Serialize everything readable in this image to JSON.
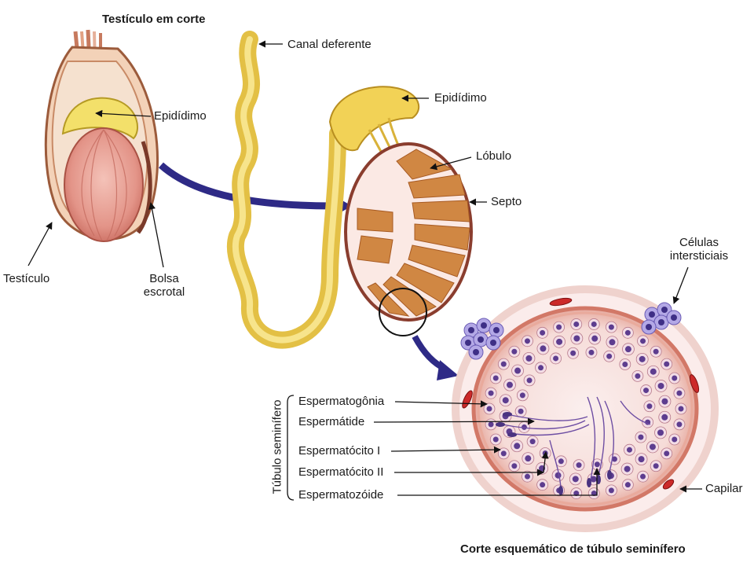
{
  "titles": {
    "testicle_section": "Testículo em corte",
    "tubule_section": "Corte esquemático de túbulo seminífero"
  },
  "labels": {
    "canal_deferente": "Canal deferente",
    "epididimo_left": "Epidídimo",
    "epididimo_right": "Epidídimo",
    "testiculo": "Testículo",
    "bolsa_escrotal_line1": "Bolsa",
    "bolsa_escrotal_line2": "escrotal",
    "lobulo": "Lóbulo",
    "septo": "Septo",
    "celulas_line1": "Células",
    "celulas_line2": "intersticiais",
    "capilar": "Capilar"
  },
  "bracket": {
    "group_label": "Túbulo seminífero",
    "items": [
      "Espermatogônia",
      "Espermátide",
      "Espermatócito I",
      "Espermatócito II",
      "Espermatozóide"
    ]
  },
  "colors": {
    "arrow": "#2e2a86",
    "testis_pink": "#e8a199",
    "epididymis_yellow": "#f2df5a",
    "canal_yellow": "#e9c84a",
    "lobule_orange": "#c9752f",
    "tubule_wall": "#d98a7a",
    "interstitial_purple": "#8d7fcf",
    "capillary_red": "#cc2a2a"
  }
}
